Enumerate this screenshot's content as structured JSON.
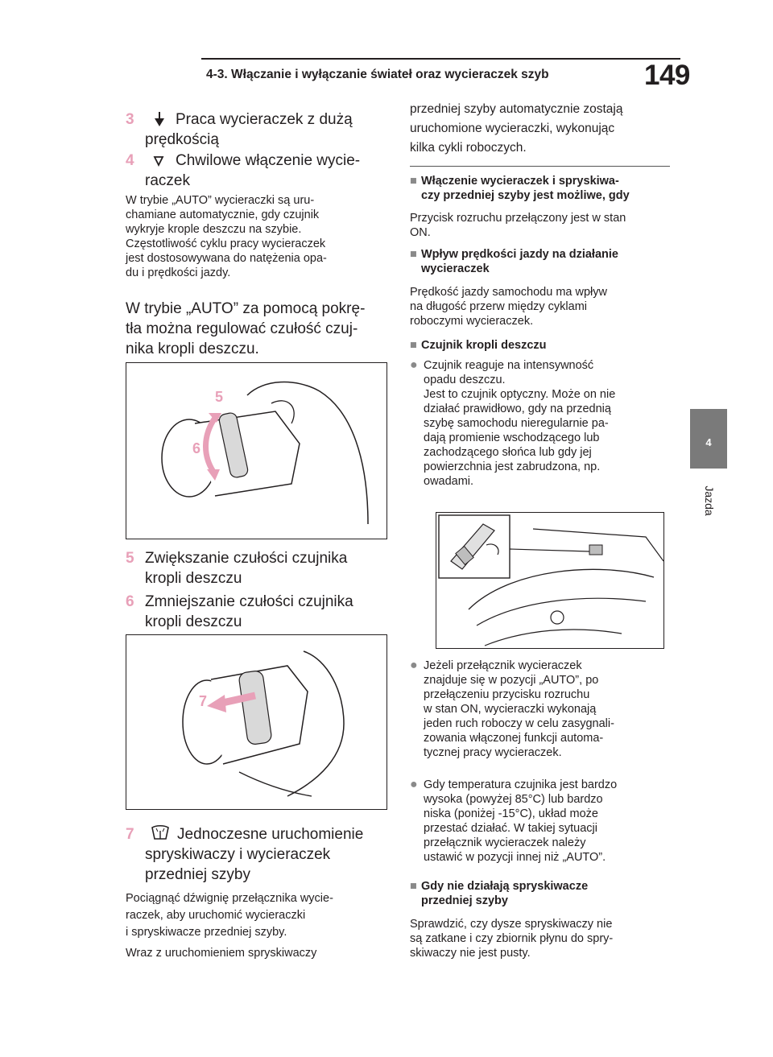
{
  "header": {
    "section": "4-3. Włączanie i wyłączanie świateł oraz wycieraczek szyb",
    "page_number": "149",
    "tab_number": "4",
    "tab_label": "Jazda"
  },
  "left": {
    "item3": {
      "num": "3",
      "text": "Praca wycieraczek z dużą prędkością"
    },
    "item4": {
      "num": "4",
      "text": "Chwilowe włączenie wycie-\nraczek"
    },
    "auto_note": "W trybie „AUTO” wycieraczki są uru-\nchamiane automatycznie, gdy czujnik\nwykryje krople deszczu na szybie.\nCzęstotliwość cyklu pracy wycieraczek\njest dostosowywana do natężenia opa-\ndu i prędkości jazdy.",
    "auto_knob": "W trybie „AUTO” za pomocą pokrę-\ntła można regulować czułość czuj-\nnika kropli deszczu.",
    "figure1_labels": [
      "5",
      "6"
    ],
    "item5": {
      "num": "5",
      "text": "Zwiększanie czułości czujnika\nkropli deszczu"
    },
    "item6": {
      "num": "6",
      "text": "Zmniejszanie czułości czujnika\nkropli deszczu"
    },
    "figure2_labels": [
      "7"
    ],
    "item7": {
      "num": "7",
      "text": "Jednoczesne uruchomienie\nspryskiwaczy i wycieraczek\nprzedniej szyby"
    },
    "pull_note": "Pociągnąć dźwignię przełącznika wycie-\nraczek, aby uruchomić wycieraczki\ni spryskiwacze przedniej szyby.",
    "washer_start": "Wraz z uruchomieniem spryskiwaczy"
  },
  "right": {
    "washer_cont": "przedniej szyby automatycznie zostają\nuruchomione wycieraczki, wykonując\nkilka cykli roboczych.",
    "sec1_title": "Włączenie wycieraczek i spryskiwa-\nczy przedniej szyby jest możliwe, gdy",
    "sec1_body": "Przycisk rozruchu przełączony jest w stan\nON.",
    "sec2_title": "Wpływ prędkości jazdy na działanie\nwycieraczek",
    "sec2_body": "Prędkość jazdy samochodu ma wpływ\nna długość przerw między cyklami\nroboczymi wycieraczek.",
    "sec3_title": "Czujnik kropli deszczu",
    "bullet1": "Czujnik reaguje na intensywność\nopadu deszczu.\nJest to czujnik optyczny. Może on nie\ndziałać prawidłowo, gdy na przednią\nszybę samochodu nieregularnie pa-\ndają promienie wschodzącego lub\nzachodzącego słońca lub gdy jej\npowierzchnia jest zabrudzona, np.\nowadami.",
    "bullet2": "Jeżeli przełącznik wycieraczek\nznajduje się w pozycji „AUTO”, po\nprzełączeniu przycisku rozruchu\nw stan ON, wycieraczki wykonają\njeden ruch roboczy w celu zasygnali-\nzowania włączonej funkcji automa-\ntycznej pracy wycieraczek.",
    "bullet3": "Gdy temperatura czujnika jest bardzo\nwysoka (powyżej 85°C) lub bardzo\nniska (poniżej -15°C), układ może\nprzestać działać. W takiej sytuacji\nprzełącznik wycieraczek należy\nustawić w pozycji innej niż „AUTO”.",
    "sec4_title": "Gdy nie działają spryskiwacze\nprzedniej szyby",
    "sec4_body": "Sprawdzić, czy dysze spryskiwaczy nie\nsą zatkane i czy zbiornik płynu do spry-\nskiwaczy nie jest pusty."
  }
}
